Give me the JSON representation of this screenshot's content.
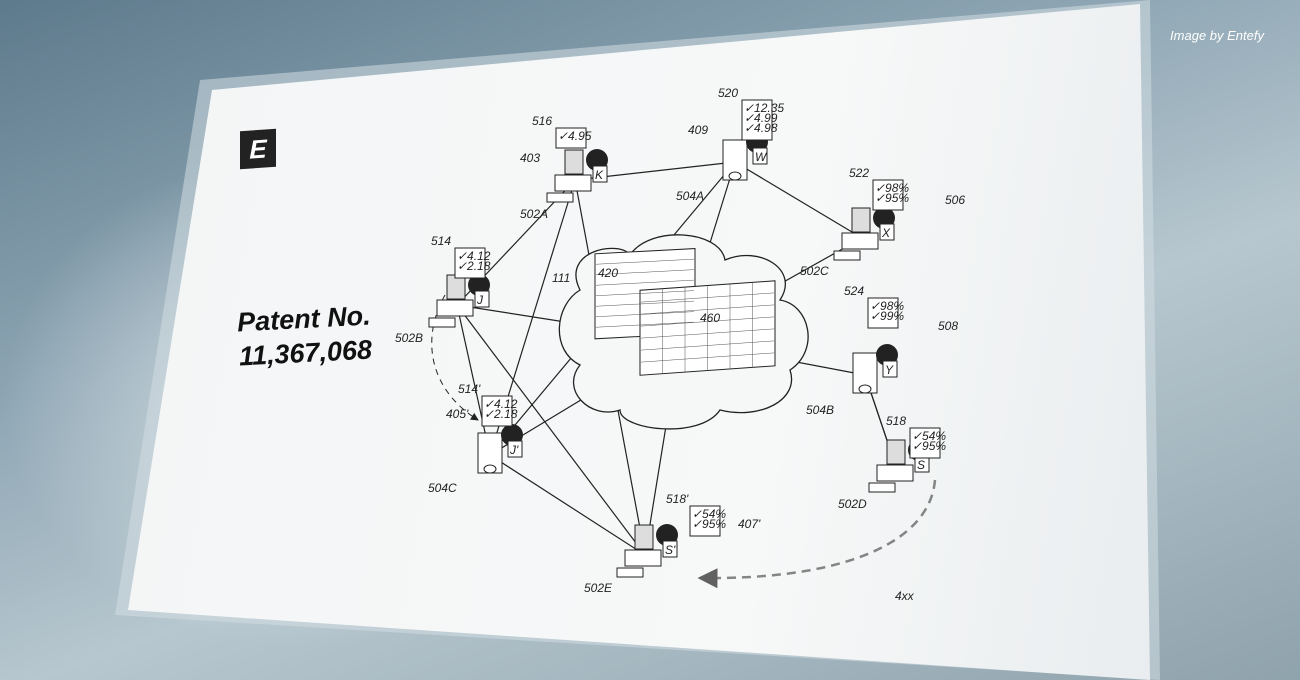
{
  "credit": "Image by Entefy",
  "logo_text": "E",
  "patent": {
    "line1": "Patent No.",
    "line2": "11,367,068"
  },
  "diagram": {
    "cloud_label": "111",
    "table_labels": [
      "420",
      "460"
    ],
    "nodes": [
      {
        "id": "502A",
        "type": "computer",
        "ref": "403",
        "letter": "K",
        "note_ref": "516",
        "checks": [
          "4.95"
        ]
      },
      {
        "id": "504A",
        "type": "server",
        "ref": "409",
        "letter": "W",
        "note_ref": "520",
        "checks": [
          "12.35",
          "4.99",
          "4.98"
        ]
      },
      {
        "id": "502C",
        "type": "computer",
        "ref": "506",
        "letter": "X",
        "note_ref": "522",
        "checks": [
          "98%",
          "95%"
        ]
      },
      {
        "id": "502B",
        "type": "computer",
        "ref": "",
        "letter": "J",
        "note_ref": "514",
        "checks": [
          "4.12",
          "2.18"
        ]
      },
      {
        "id": "504B",
        "type": "server",
        "ref": "508",
        "letter": "Y",
        "note_ref": "524",
        "checks": [
          "98%",
          "99%"
        ]
      },
      {
        "id": "504C",
        "type": "server",
        "ref": "405'",
        "letter": "J'",
        "note_ref": "514'",
        "checks": [
          "4.12",
          "2.18"
        ]
      },
      {
        "id": "502D",
        "type": "computer",
        "ref": "",
        "letter": "S",
        "note_ref": "518",
        "checks": [
          "54%",
          "95%"
        ]
      },
      {
        "id": "502E",
        "type": "computer",
        "ref": "407'",
        "letter": "S'",
        "note_ref": "518'",
        "checks": [
          "54%",
          "95%"
        ]
      }
    ],
    "blurred_label": "4xx"
  }
}
